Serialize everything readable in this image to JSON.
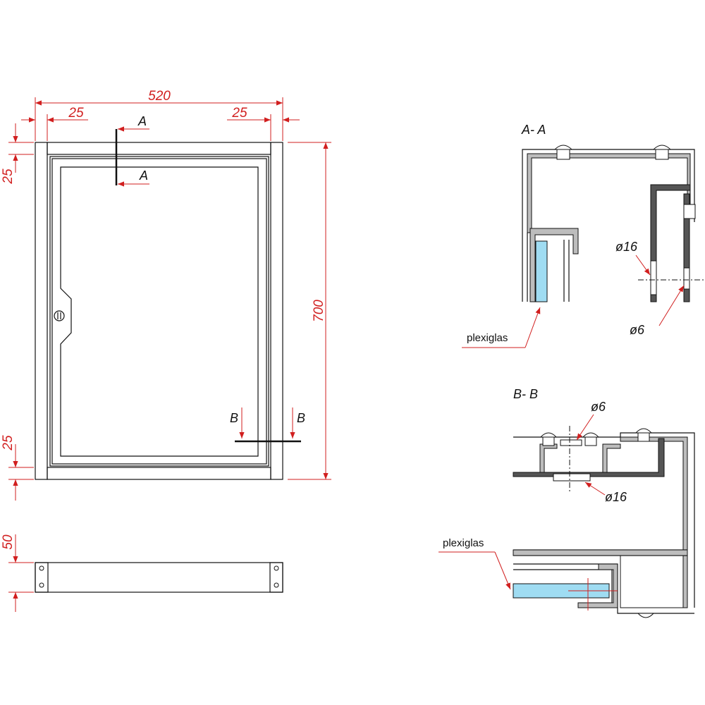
{
  "colors": {
    "dimension": "#d11f1f",
    "outline": "#111111",
    "plexiglas": "#9fdcf2",
    "profile_grey": "#bdbdbd",
    "profile_dark": "#555555"
  },
  "front_view": {
    "dim_width": "520",
    "dim_left_offset": "25",
    "dim_right_offset": "25",
    "dim_top_offset": "25",
    "dim_bottom_offset": "25",
    "dim_height": "700",
    "section_a_top": "A",
    "section_a_bottom": "A",
    "section_b_left": "B",
    "section_b_right": "B"
  },
  "bottom_view": {
    "dim_depth": "50"
  },
  "section_a": {
    "title": "A- A",
    "hole_large": "ø16",
    "hole_small": "ø6",
    "plexiglas_label": "plexiglas"
  },
  "section_b": {
    "title": "B- B",
    "hole_small": "ø6",
    "hole_large": "ø16",
    "plexiglas_label": "plexiglas"
  }
}
